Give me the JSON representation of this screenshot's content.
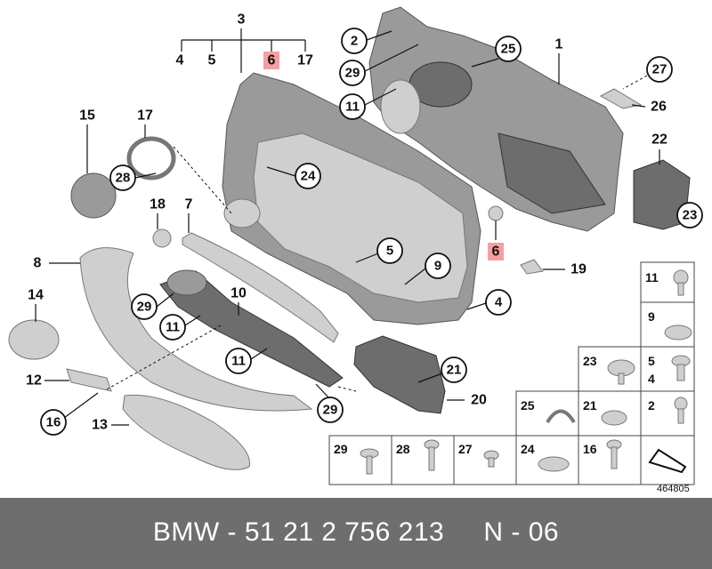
{
  "diagram": {
    "top_group": {
      "main_label": "3",
      "sub_labels": [
        "4",
        "5",
        "6",
        "17"
      ],
      "highlight_label": "6"
    },
    "callouts": {
      "c2": "2",
      "c29a": "29",
      "c11a": "11",
      "c25": "25",
      "c1": "1",
      "c27": "27",
      "c26": "26",
      "c22": "22",
      "c23": "23",
      "c15": "15",
      "c17": "17",
      "c28": "28",
      "c24": "24",
      "c18": "18",
      "c7": "7",
      "c8": "8",
      "c6b": "6",
      "c19": "19",
      "c5": "5",
      "c9": "9",
      "c4": "4",
      "c14": "14",
      "c10": "10",
      "c29b": "29",
      "c11b": "11",
      "c11c": "11",
      "c12": "12",
      "c16": "16",
      "c13": "13",
      "c21": "21",
      "c20": "20",
      "c29c": "29"
    },
    "parts_table": [
      {
        "label": "11"
      },
      {
        "label": "9"
      },
      {
        "label": "23"
      },
      {
        "label": "5\n4"
      },
      {
        "label": "25"
      },
      {
        "label": "21"
      },
      {
        "label": "2"
      },
      {
        "label": "29"
      },
      {
        "label": "28"
      },
      {
        "label": "27"
      },
      {
        "label": "24"
      },
      {
        "label": "16"
      }
    ],
    "reference_number": "464805"
  },
  "footer": {
    "text": "BMW - 51 21 2 756 213     N - 06"
  },
  "colors": {
    "footer_bg": "#6e6e6e",
    "highlight": "#f4a0a0",
    "part_fill": "#9a9a9a"
  }
}
